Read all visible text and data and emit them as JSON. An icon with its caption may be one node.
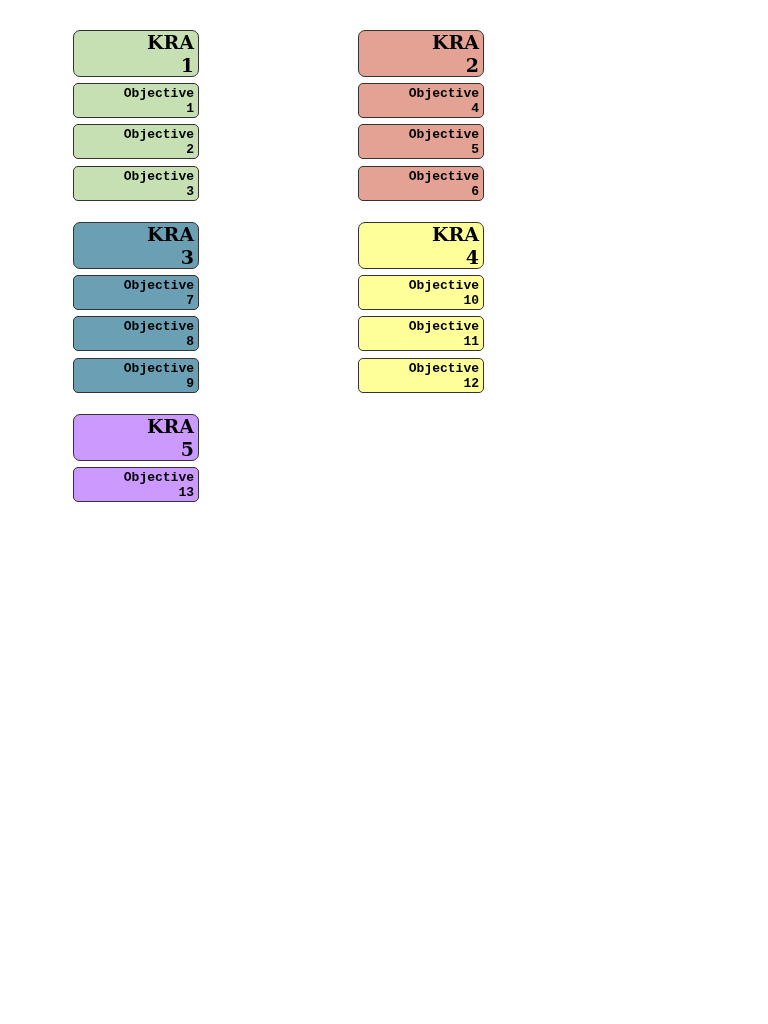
{
  "diagram": {
    "nodes": [
      {
        "text": [
          "KRA 1"
        ]
      },
      {
        "text": [
          "Objective 1"
        ]
      },
      {
        "text": [
          "Objective 2"
        ]
      },
      {
        "text": [
          "Objective 3"
        ]
      },
      {
        "text": [
          "KRA 2"
        ]
      },
      {
        "text": [
          "Objective 4"
        ]
      },
      {
        "text": [
          "Objective 5"
        ]
      },
      {
        "text": [
          "Objective 6"
        ]
      },
      {
        "text": [
          "KRA 3"
        ]
      },
      {
        "text": [
          "Objective 7"
        ]
      },
      {
        "text": [
          "Objective 8"
        ]
      },
      {
        "text": [
          "Objective 9"
        ]
      },
      {
        "text": [
          "KRA 4"
        ]
      },
      {
        "text": [
          "Objective 10"
        ]
      },
      {
        "text": [
          "Objective 11"
        ]
      },
      {
        "text": [
          "Objective 12"
        ]
      },
      {
        "text": [
          "KRA 5"
        ]
      },
      {
        "text": [
          "Objective 13"
        ]
      }
    ]
  }
}
